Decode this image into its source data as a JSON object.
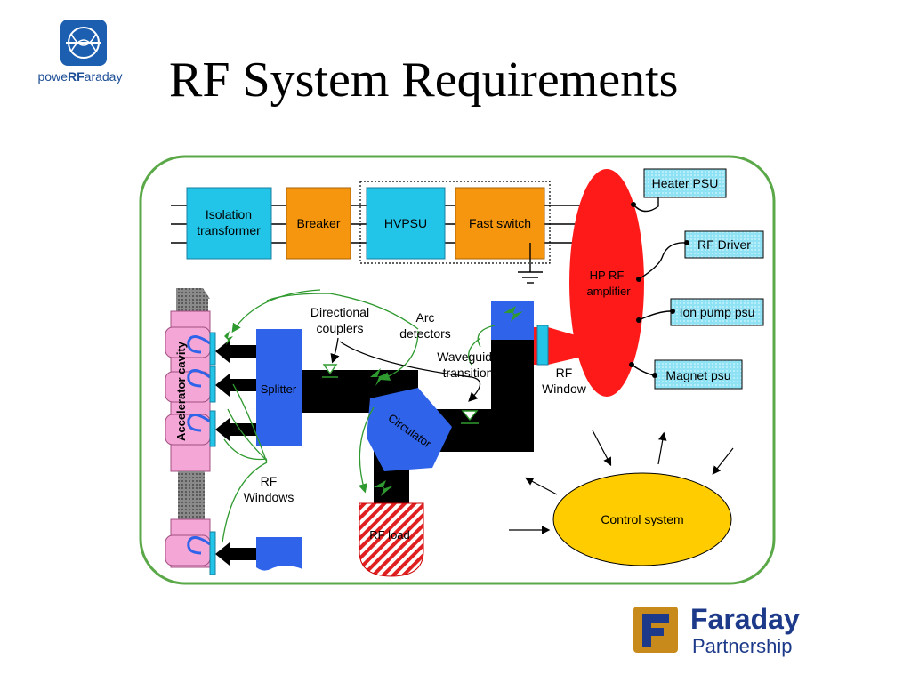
{
  "slide": {
    "title": "RF System Requirements"
  },
  "logos": {
    "left_word_prefix": "powe",
    "left_word_bold": "RF",
    "left_word_suffix": "araday",
    "right_line1": "Faraday",
    "right_line2": "Partnership"
  },
  "diagram": {
    "isolation_transformer": [
      "Isolation",
      "transformer"
    ],
    "breaker": "Breaker",
    "hvpsu": "HVPSU",
    "fast_switch": "Fast switch",
    "hp_rf_amplifier": [
      "HP RF",
      "amplifier"
    ],
    "heater_psu": "Heater PSU",
    "rf_driver": "RF Driver",
    "ion_pump_psu": "Ion pump psu",
    "magnet_psu": "Magnet psu",
    "directional_couplers": [
      "Directional",
      "couplers"
    ],
    "arc_detectors": [
      "Arc",
      "detectors"
    ],
    "waveguide_transition": [
      "Waveguide",
      "transition"
    ],
    "rf_window": [
      "RF",
      "Window"
    ],
    "accelerator_cavity": "Accelerator cavity",
    "splitter": "Splitter",
    "circulator": "Circulator",
    "rf_windows": [
      "RF",
      "Windows"
    ],
    "rf_load": "RF load",
    "control_system": "Control system"
  },
  "colors": {
    "outline_green": "#5aa848",
    "cyan_box": "#22c4e8",
    "orange_box": "#f5960e",
    "red_amp": "#ff1a1a",
    "blue_block": "#2f63ea",
    "pink_cavity": "#f4a6d6",
    "yellow_control": "#ffcc00",
    "hatched_cyan": "#8fe2f4"
  }
}
